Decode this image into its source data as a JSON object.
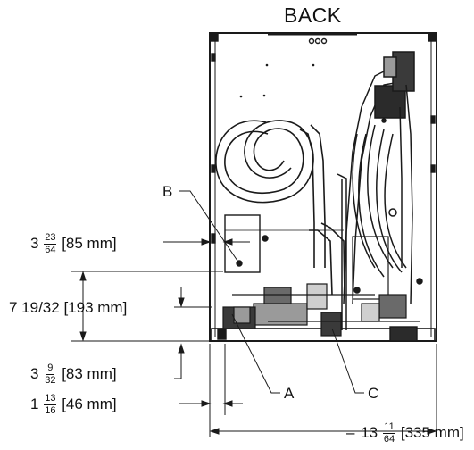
{
  "title": "BACK",
  "callouts": {
    "a": "A",
    "b": "B",
    "c": "C"
  },
  "dimensions": {
    "d85": {
      "whole": "3",
      "num": "23",
      "den": "64",
      "metric": "[85 mm]"
    },
    "d193": {
      "text": "7 19/32 [193 mm]"
    },
    "d83": {
      "whole": "3",
      "num": "9",
      "den": "32",
      "metric": "[83 mm]"
    },
    "d46": {
      "whole": "1",
      "num": "13",
      "den": "16",
      "metric": "[46 mm]"
    },
    "d335": {
      "whole": "13",
      "num": "11",
      "den": "64",
      "metric": "[335 mm]"
    }
  },
  "colors": {
    "line": "#1a1a1a",
    "fill_dark": "#2b2b2b",
    "fill_mid": "#9a9a9a",
    "background": "#ffffff"
  }
}
